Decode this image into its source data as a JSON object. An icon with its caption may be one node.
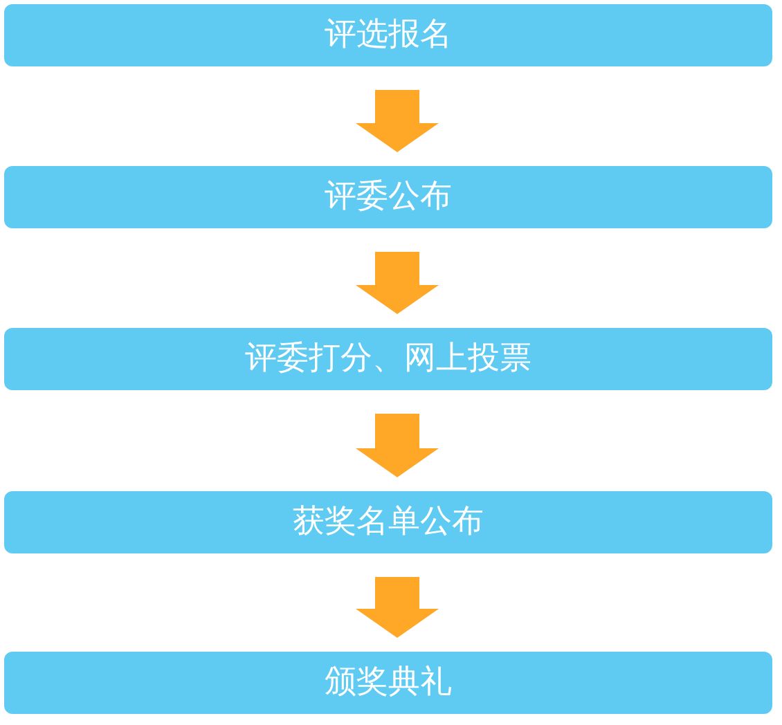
{
  "diagram": {
    "nodes": [
      {
        "text": [
          "评选报名"
        ]
      },
      {
        "text": [
          "评委公布"
        ]
      },
      {
        "text": [
          "评委打分、网上投票"
        ]
      },
      {
        "text": [
          "获奖名单公布"
        ]
      },
      {
        "text": [
          "颁奖典礼"
        ]
      }
    ],
    "edges": [
      {
        "from": 0,
        "to": 1,
        "arrow": "to"
      },
      {
        "from": 1,
        "to": 2,
        "arrow": "to"
      },
      {
        "from": 2,
        "to": 3,
        "arrow": "to"
      },
      {
        "from": 3,
        "to": 4,
        "arrow": "to"
      }
    ]
  }
}
